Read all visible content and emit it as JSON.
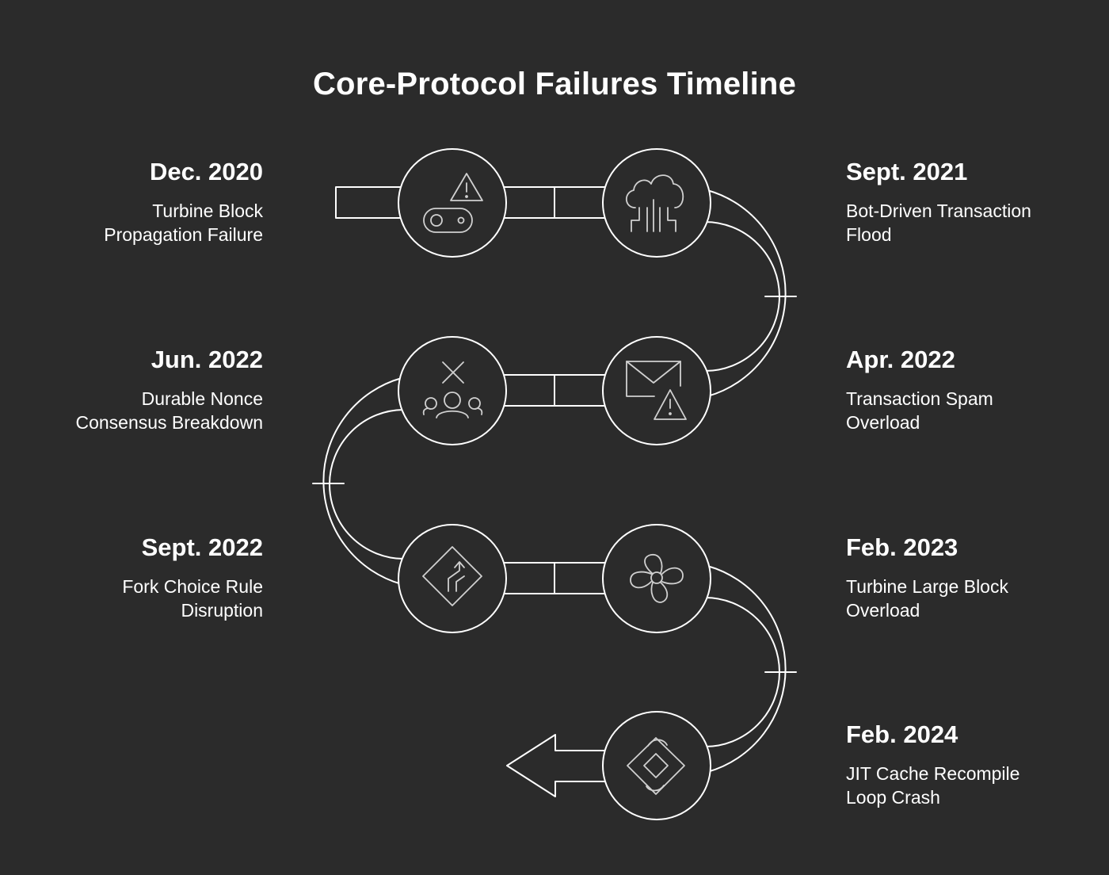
{
  "title": "Core-Protocol Failures Timeline",
  "colors": {
    "background": "#2b2b2b",
    "stroke": "#ffffff",
    "icon": "#d0d0d0"
  },
  "events": [
    {
      "date": "Dec. 2020",
      "description": [
        "Turbine Block",
        "Propagation Failure"
      ],
      "icon": "warning-gear-icon",
      "side": "left"
    },
    {
      "date": "Sept. 2021",
      "description": [
        "Bot-Driven Transaction",
        "Flood"
      ],
      "icon": "cloud-network-icon",
      "side": "right"
    },
    {
      "date": "Jun. 2022",
      "description": [
        "Durable Nonce",
        "Consensus Breakdown"
      ],
      "icon": "group-cross-icon",
      "side": "left"
    },
    {
      "date": "Apr. 2022",
      "description": [
        "Transaction Spam",
        "Overload"
      ],
      "icon": "mail-warning-icon",
      "side": "right"
    },
    {
      "date": "Sept. 2022",
      "description": [
        "Fork Choice Rule",
        "Disruption"
      ],
      "icon": "road-sign-icon",
      "side": "left"
    },
    {
      "date": "Feb. 2023",
      "description": [
        "Turbine Large Block",
        "Overload"
      ],
      "icon": "fan-icon",
      "side": "right"
    },
    {
      "date": "Feb. 2024",
      "description": [
        "JIT Cache Recompile",
        "Loop Crash"
      ],
      "icon": "jira-diamond-icon",
      "side": "right"
    }
  ]
}
